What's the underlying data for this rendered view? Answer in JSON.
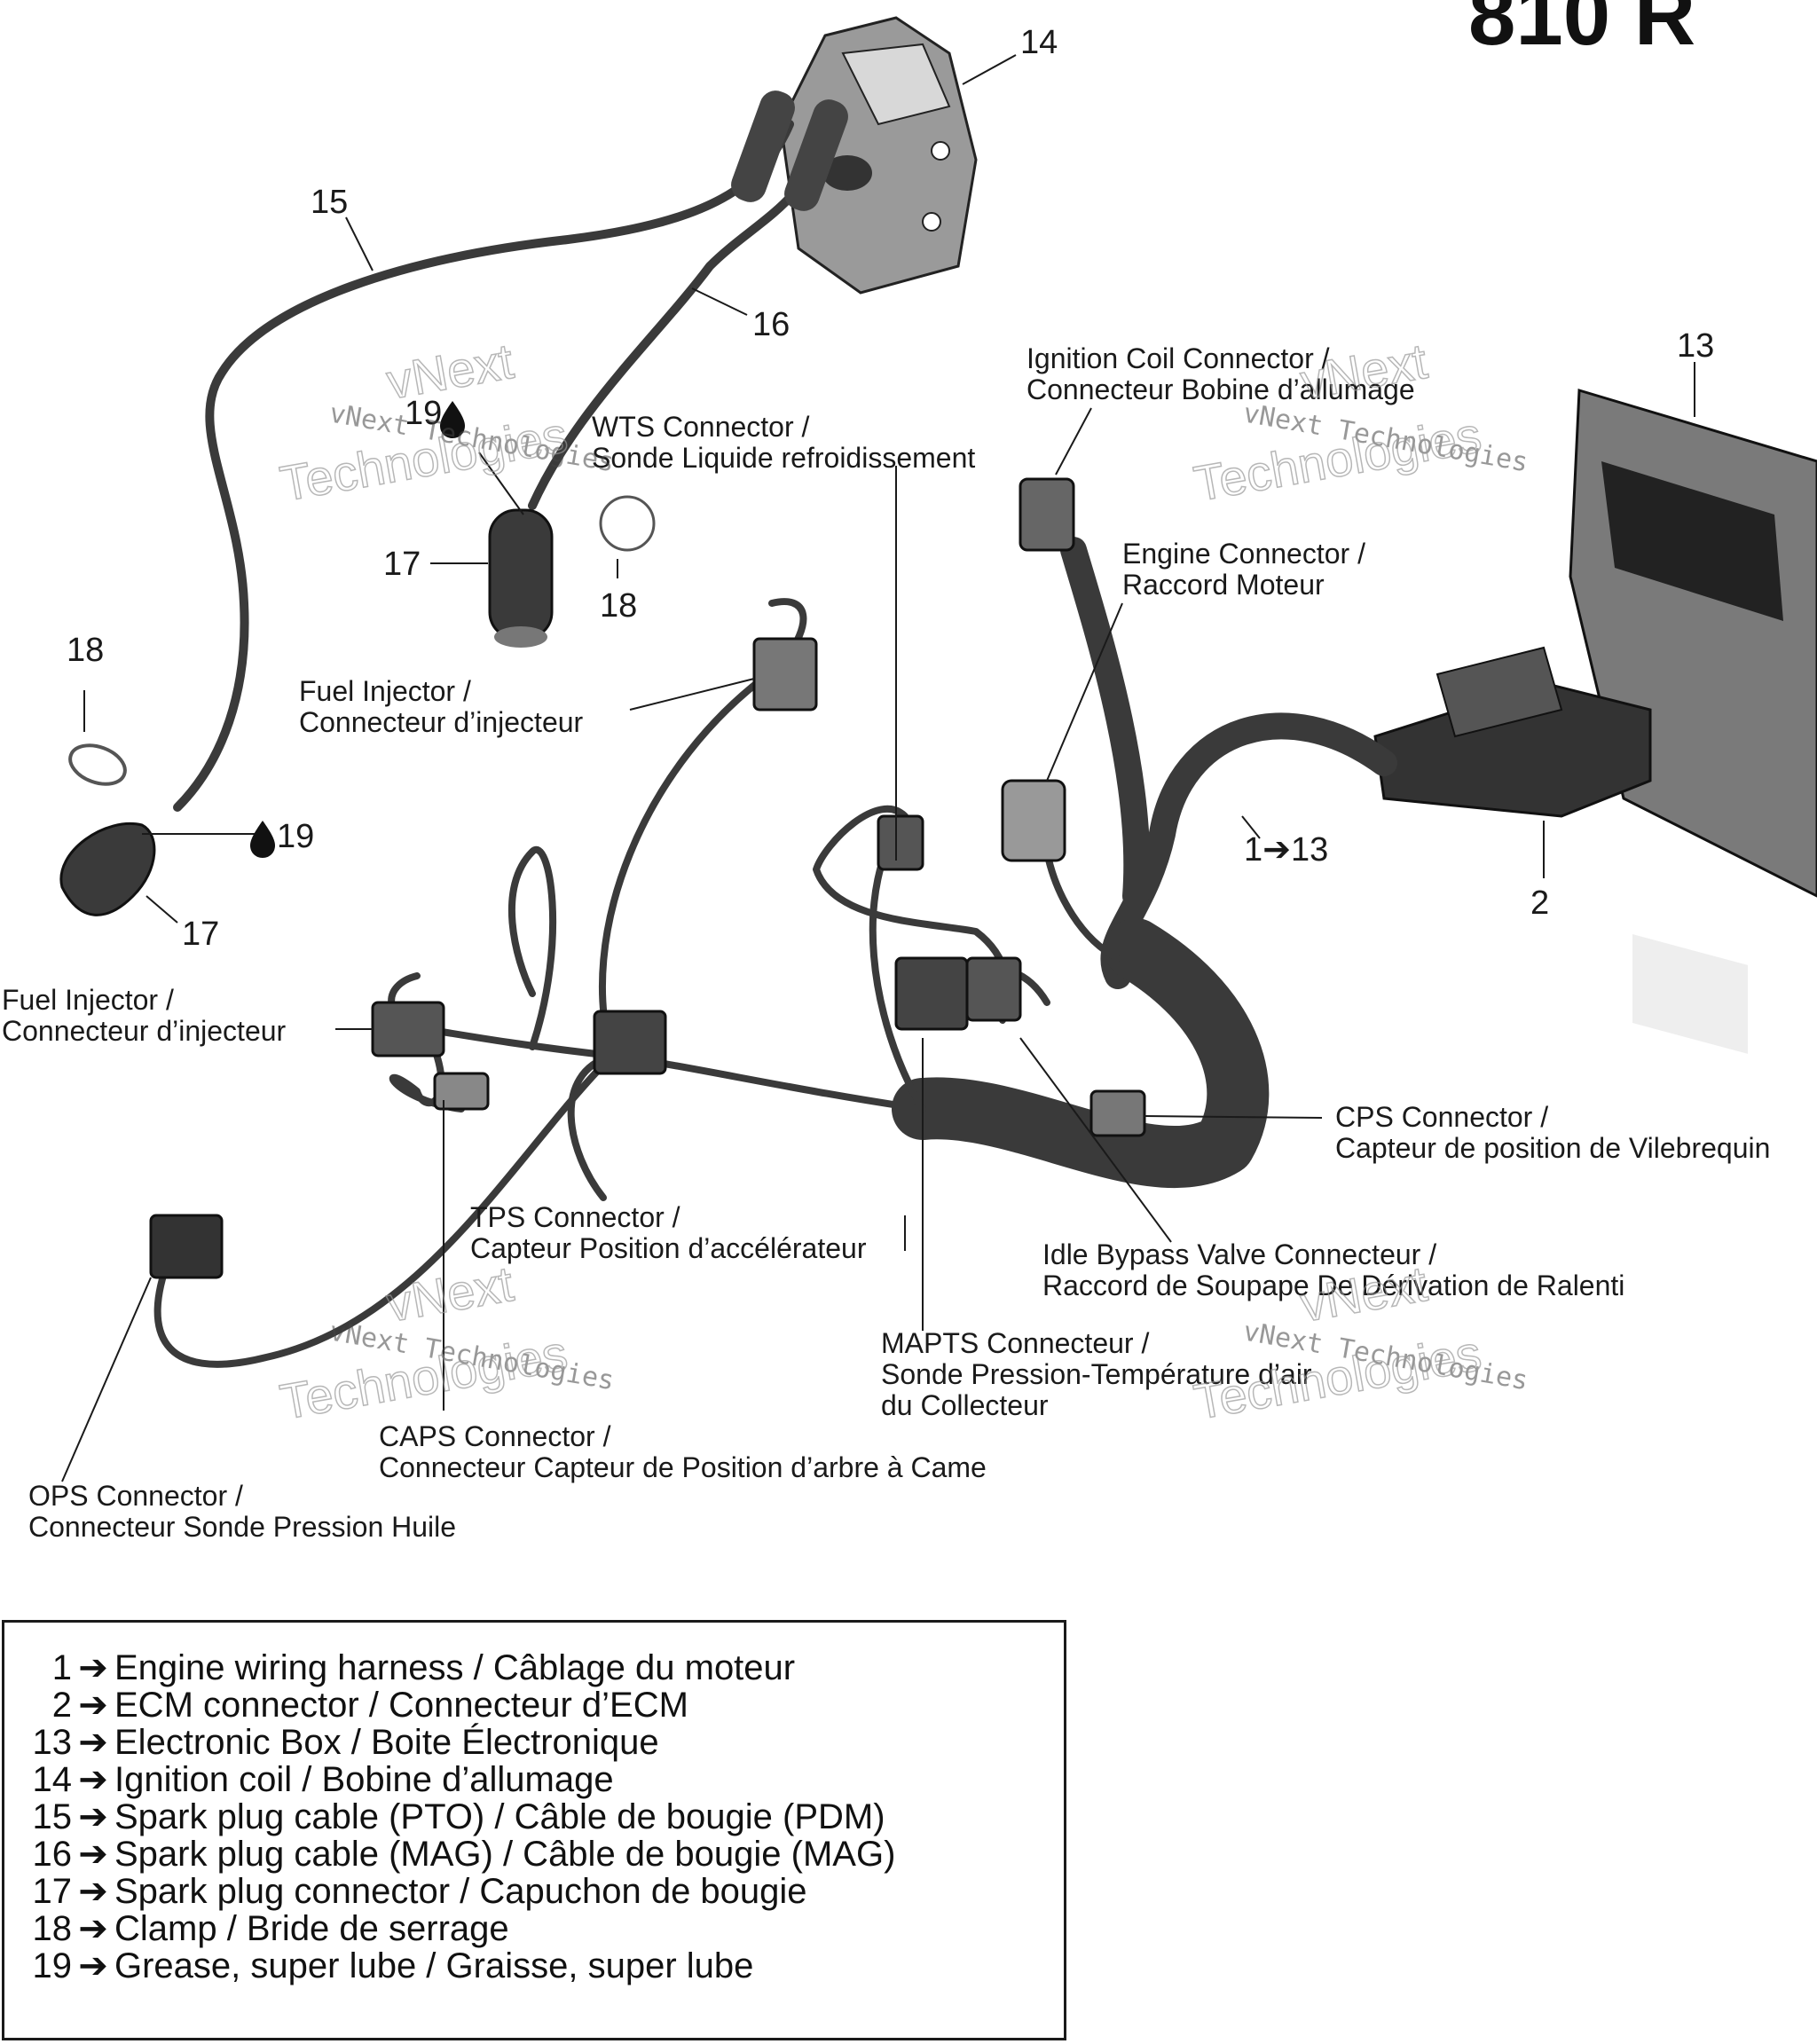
{
  "title": "810 R",
  "part_numbers": {
    "n14": "14",
    "n15": "15",
    "n16": "16",
    "n13": "13",
    "n17a": "17",
    "n18a": "18",
    "n18b": "18",
    "n19a": "19",
    "n19b": "19",
    "n17b": "17",
    "n1to13": "1➔13",
    "n2": "2"
  },
  "callouts": {
    "ignition_coil": [
      "Ignition Coil Connector /",
      "Connecteur Bobine d’allumage"
    ],
    "wts": [
      "WTS Connector /",
      "Sonde Liquide refroidissement"
    ],
    "engine_connector": [
      "Engine Connector /",
      "Raccord Moteur"
    ],
    "fuel_injector_top": [
      "Fuel Injector /",
      "Connecteur d’injecteur"
    ],
    "fuel_injector_left": [
      "Fuel Injector /",
      "Connecteur d’injecteur"
    ],
    "cps": [
      "CPS Connector /",
      "Capteur de position de Vilebrequin"
    ],
    "tps": [
      "TPS Connector /",
      "Capteur Position d’accélérateur"
    ],
    "idle_bypass": [
      "Idle Bypass Valve Connecteur /",
      "Raccord de Soupape De Dérivation de Ralenti"
    ],
    "mapts": [
      "MAPTS Connecteur /",
      "Sonde Pression-Température d’air",
      "du Collecteur"
    ],
    "caps": [
      "CAPS Connector /",
      "Connecteur Capteur de Position d’arbre à Came"
    ],
    "ops": [
      "OPS Connector /",
      "Connecteur Sonde Pression Huile"
    ]
  },
  "watermark": {
    "line1": "vNext Technologies",
    "line2": "vNext",
    "line3": "Technologies"
  },
  "legend": [
    {
      "num": "1",
      "text": "Engine wiring harness / Câblage du moteur"
    },
    {
      "num": "2",
      "text": "ECM connector / Connecteur d’ECM"
    },
    {
      "num": "13",
      "text": "Electronic Box / Boite Électronique"
    },
    {
      "num": "14",
      "text": "Ignition coil / Bobine d’allumage"
    },
    {
      "num": "15",
      "text": "Spark plug cable (PTO) / Câble de bougie (PDM)"
    },
    {
      "num": "16",
      "text": "Spark plug cable (MAG) / Câble de bougie (MAG)"
    },
    {
      "num": "17",
      "text": "Spark plug connector / Capuchon de bougie"
    },
    {
      "num": "18",
      "text": "Clamp / Bride de serrage"
    },
    {
      "num": "19",
      "text": "Grease, super lube / Graisse, super lube"
    }
  ],
  "legend_arrow": "➔"
}
